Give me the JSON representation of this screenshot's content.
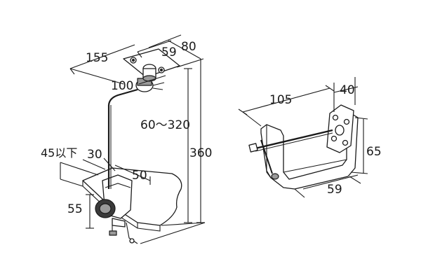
{
  "left_figure": {
    "dims": {
      "d155": "155",
      "d59": "59",
      "d80": "80",
      "d100": "100",
      "d60_320": "60〜320",
      "d360": "360",
      "d45": "45以下",
      "d30": "30",
      "d50": "50",
      "d55": "55"
    }
  },
  "right_figure": {
    "dims": {
      "d105": "105",
      "d40": "40",
      "d65": "65",
      "d59": "59"
    }
  }
}
